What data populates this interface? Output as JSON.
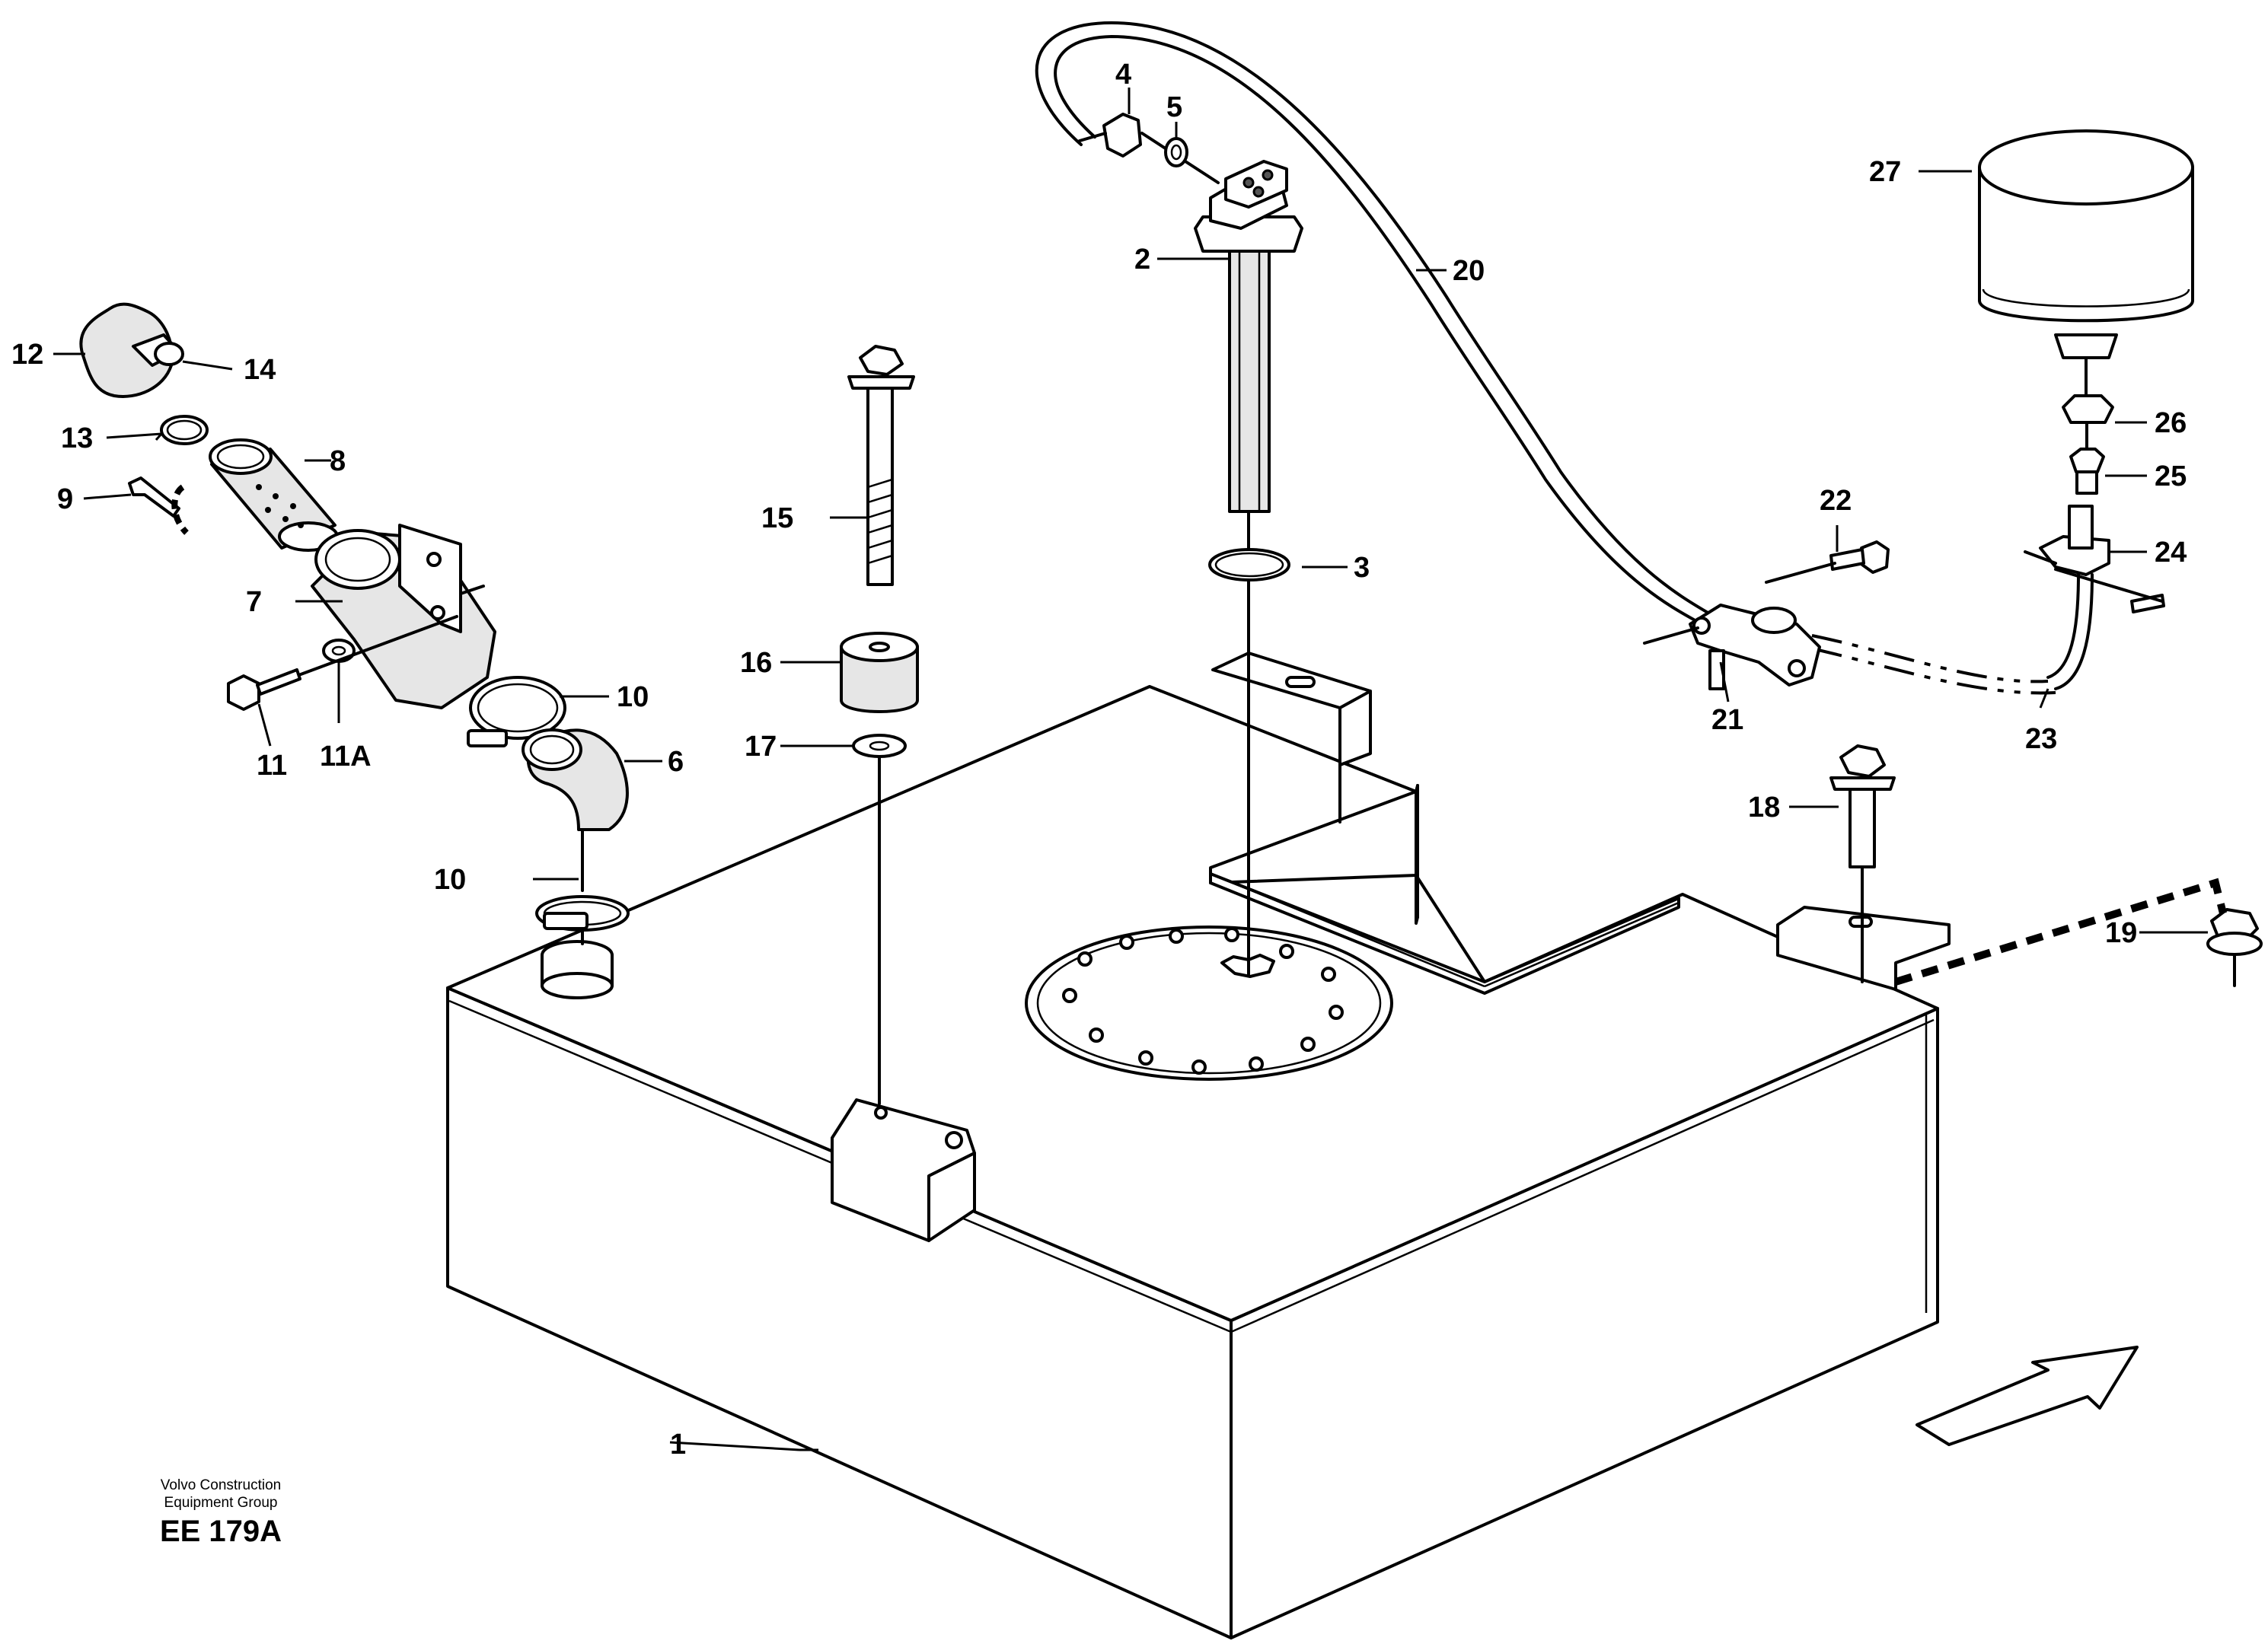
{
  "footer": {
    "org_line1": "Volvo Construction",
    "org_line2": "Equipment Group",
    "drawing_code": "EE 179A"
  },
  "callouts": {
    "c1": "1",
    "c2": "2",
    "c3": "3",
    "c4": "4",
    "c5": "5",
    "c6": "6",
    "c7": "7",
    "c8": "8",
    "c9": "9",
    "c10a": "10",
    "c10b": "10",
    "c11": "11",
    "c11a": "11A",
    "c12": "12",
    "c13": "13",
    "c14": "14",
    "c15": "15",
    "c16": "16",
    "c17": "17",
    "c18": "18",
    "c19": "19",
    "c20": "20",
    "c21": "21",
    "c22": "22",
    "c23": "23",
    "c24": "24",
    "c25": "25",
    "c26": "26",
    "c27": "27"
  },
  "icons": {
    "direction_arrow": "arrow-icon"
  }
}
